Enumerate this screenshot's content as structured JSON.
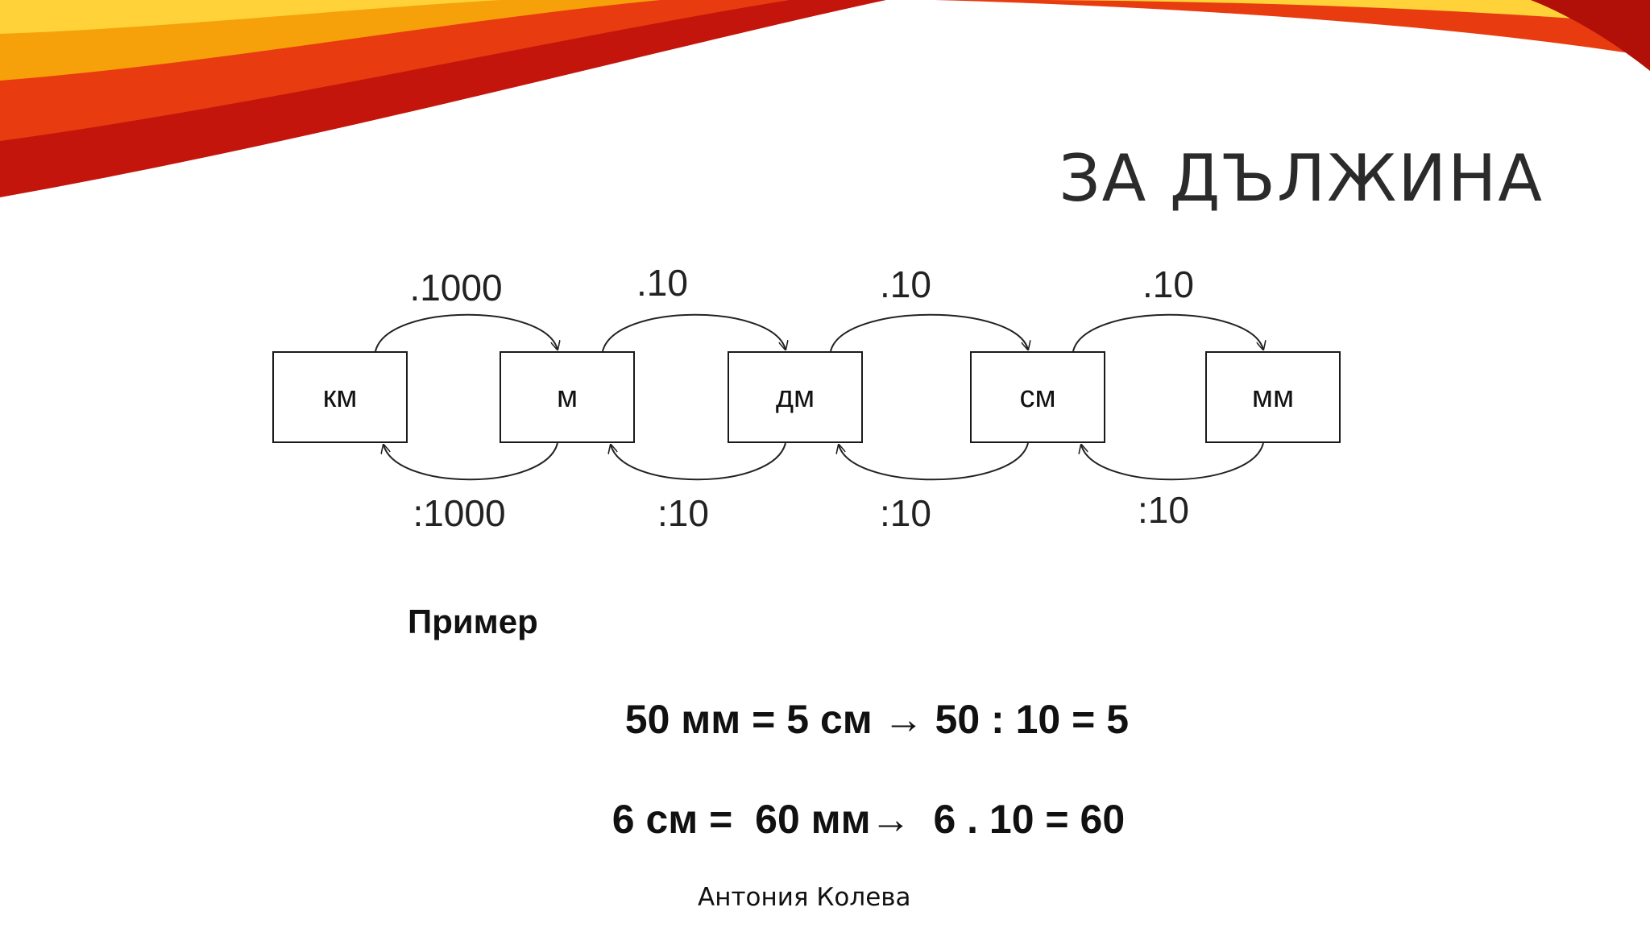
{
  "slide": {
    "title": "ЗА ДЪЛЖИНА",
    "author": "Антония Колева",
    "accent_colors": [
      "#c4150c",
      "#e83c10",
      "#f7a10a",
      "#ffd23a"
    ]
  },
  "diagram": {
    "units": [
      {
        "label": "км"
      },
      {
        "label": "м"
      },
      {
        "label": "дм"
      },
      {
        "label": "см"
      },
      {
        "label": "мм"
      }
    ],
    "multiply_ops": [
      ".1000",
      ".10",
      ".10",
      ".10"
    ],
    "divide_ops": [
      ":1000",
      ":10",
      ":10",
      ":10"
    ]
  },
  "example": {
    "label": "Пример",
    "equations": [
      {
        "left": "50 мм = 5 см ",
        "arrow": "→",
        "right": " 50 : 10 = 5"
      },
      {
        "left": "6 см =  60 мм",
        "arrow": "→",
        "right": "  6 . 10 = 60"
      }
    ]
  }
}
